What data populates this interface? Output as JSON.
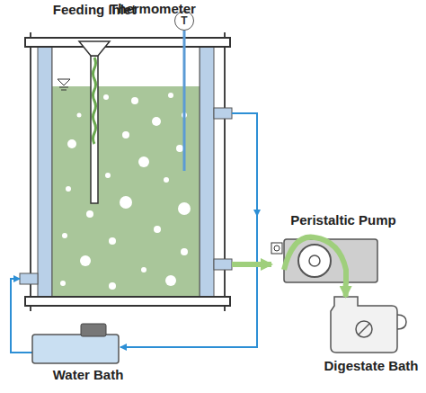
{
  "diagram": {
    "nodes": [
      {
        "text": [
          "Feeding Inlet"
        ]
      },
      {
        "text": [
          "Thermometer",
          "T"
        ]
      },
      {
        "text": [
          "Peristaltic Pump"
        ]
      },
      {
        "text": [
          "Digestate Bath"
        ]
      },
      {
        "text": [
          "Water Bath"
        ]
      }
    ],
    "edges": [
      {
        "from": 2,
        "to": 3,
        "arrow": "to"
      }
    ]
  }
}
